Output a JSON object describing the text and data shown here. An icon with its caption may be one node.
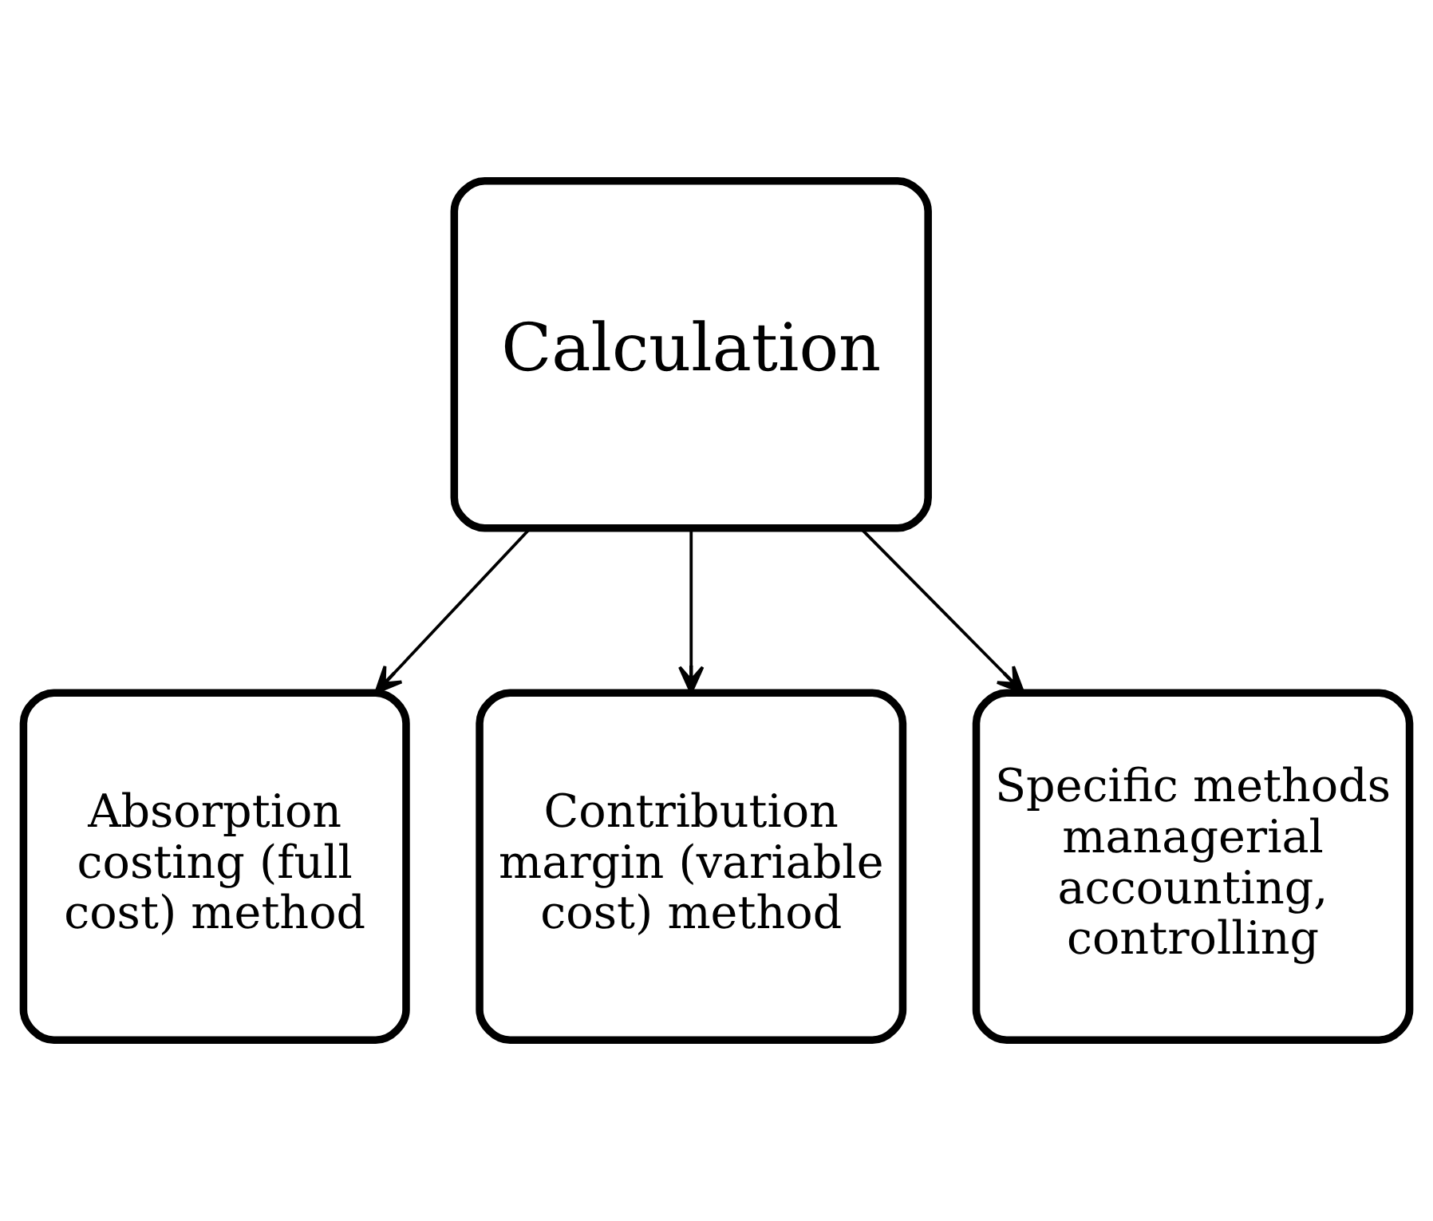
{
  "diagram": {
    "nodes": [
      {
        "text": [
          "Calculation"
        ]
      },
      {
        "text": [
          "Absorption costing (full cost) method"
        ]
      },
      {
        "text": [
          "Contribution margin (variable cost) method"
        ]
      },
      {
        "text": [
          "Specific methods managerial accounting, controlling"
        ]
      }
    ],
    "edges": [
      {
        "from": 0,
        "to": 1,
        "arrow": "to"
      },
      {
        "from": 0,
        "to": 2,
        "arrow": "to"
      },
      {
        "from": 0,
        "to": 3,
        "arrow": "to"
      }
    ]
  }
}
